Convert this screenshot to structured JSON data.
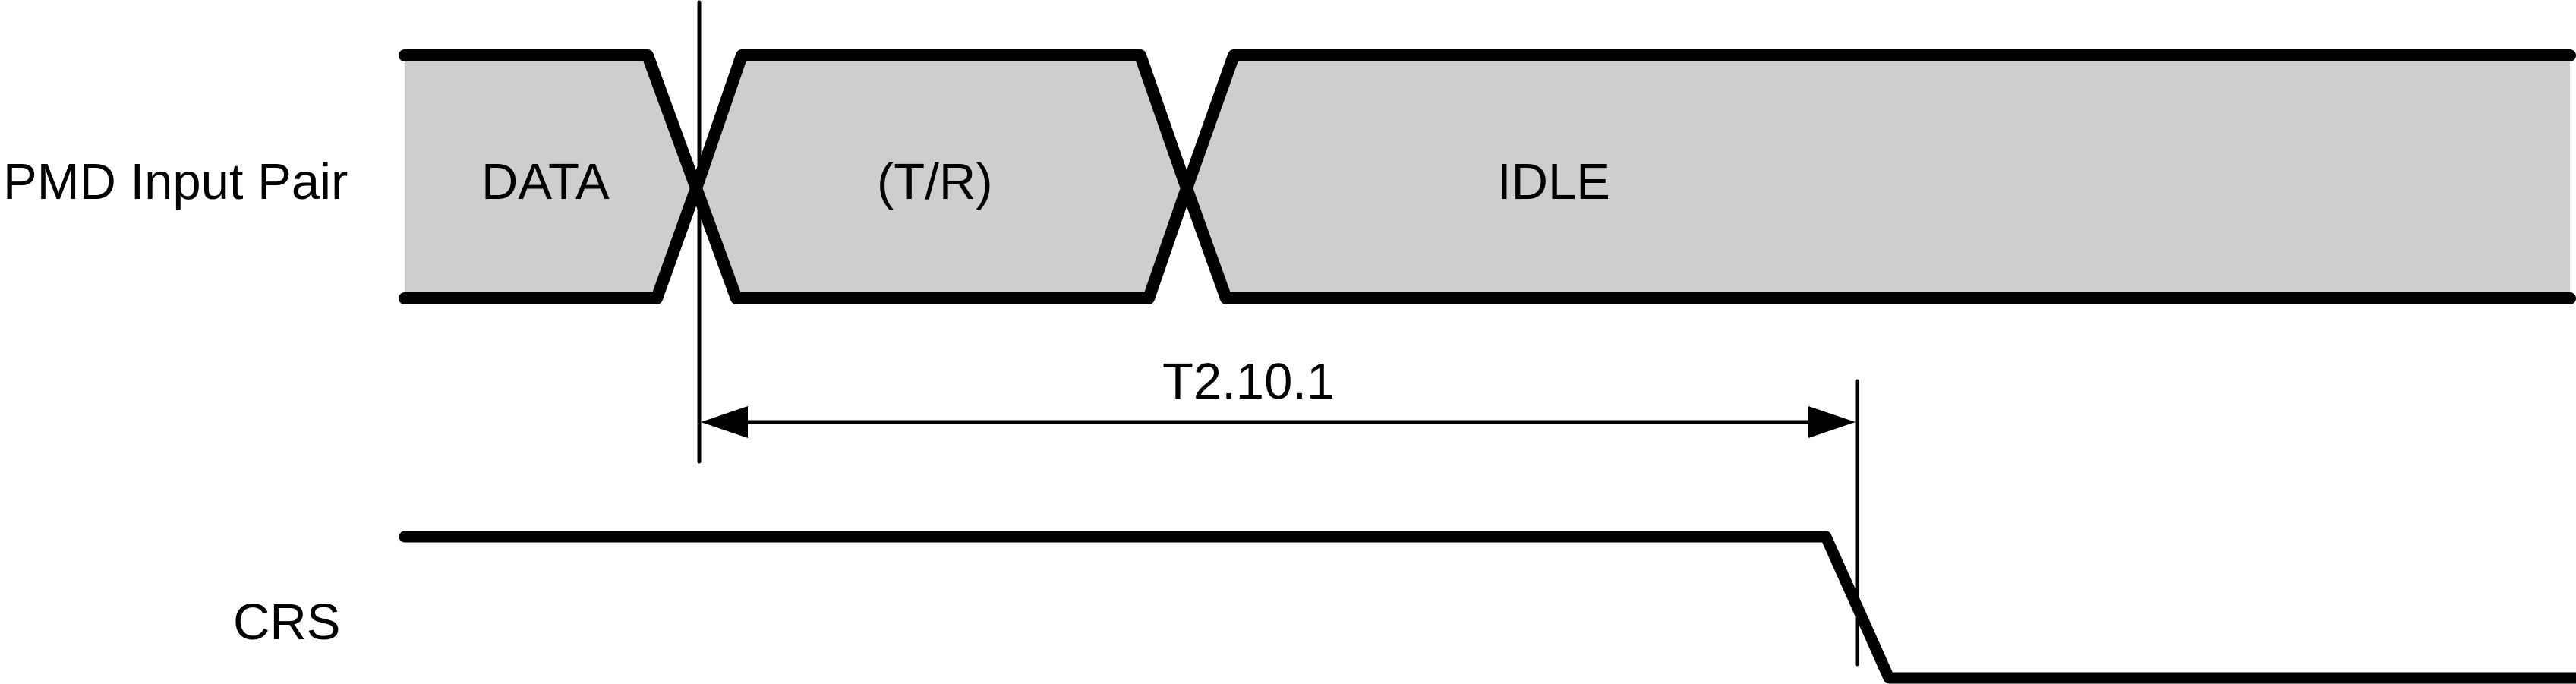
{
  "diagram": {
    "type": "timing-diagram",
    "colors": {
      "fill": "#cecece",
      "stroke": "#000000",
      "background": "#ffffff"
    },
    "signals": [
      {
        "name": "PMD Input Pair",
        "kind": "bus",
        "segments": [
          "DATA",
          "(T/R)",
          "IDLE"
        ]
      },
      {
        "name": "CRS",
        "kind": "single",
        "transition": "high-to-low"
      }
    ],
    "labels": {
      "pmd_signal": "PMD Input Pair",
      "crs_signal": "CRS",
      "segment_data": "DATA",
      "segment_tr": "(T/R)",
      "segment_idle": "IDLE",
      "timing_parameter": "T2.10.1"
    }
  }
}
